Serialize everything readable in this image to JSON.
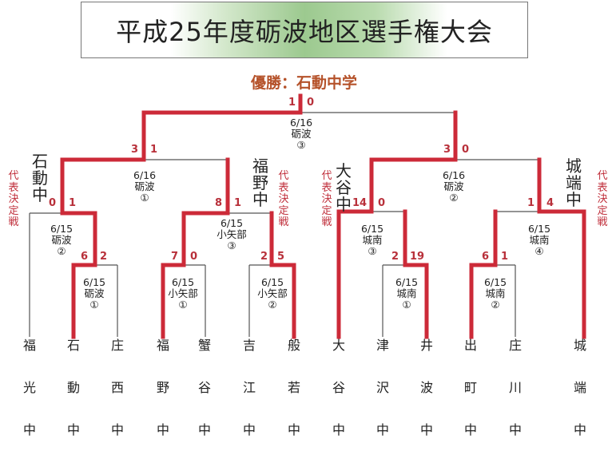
{
  "title": "平成25年度砺波地区選手権大会",
  "winner_label": "優勝：石動中学",
  "colors": {
    "winner_path": "#cc2a38",
    "loser_path": "#555555",
    "score": "#b8303a",
    "winner_text": "#b5522a",
    "rep_label": "#c0303c"
  },
  "representative_label": "代表決定戦",
  "qualifiers": [
    {
      "name": "石動中"
    },
    {
      "name": "福野中"
    },
    {
      "name": "大谷中"
    },
    {
      "name": "城端中"
    }
  ],
  "teams": [
    {
      "c1": "福",
      "c2": "光",
      "c3": "中"
    },
    {
      "c1": "石",
      "c2": "動",
      "c3": "中"
    },
    {
      "c1": "庄",
      "c2": "西",
      "c3": "中"
    },
    {
      "c1": "福",
      "c2": "野",
      "c3": "中"
    },
    {
      "c1": "蟹",
      "c2": "谷",
      "c3": "中"
    },
    {
      "c1": "吉",
      "c2": "江",
      "c3": "中"
    },
    {
      "c1": "般",
      "c2": "若",
      "c3": "中"
    },
    {
      "c1": "大",
      "c2": "谷",
      "c3": "中"
    },
    {
      "c1": "津",
      "c2": "沢",
      "c3": "中"
    },
    {
      "c1": "井",
      "c2": "波",
      "c3": "中"
    },
    {
      "c1": "出",
      "c2": "町",
      "c3": "中"
    },
    {
      "c1": "庄",
      "c2": "川",
      "c3": "中"
    },
    {
      "c1": "城",
      "c2": "端",
      "c3": "中"
    }
  ],
  "matches": [
    {
      "id": "final",
      "date": "6/16",
      "venue": "砺波",
      "court": "③",
      "score_left": "1",
      "score_right": "0"
    },
    {
      "id": "semi-left",
      "date": "6/16",
      "venue": "砺波",
      "court": "①",
      "score_left": "3",
      "score_right": "1"
    },
    {
      "id": "semi-right",
      "date": "6/16",
      "venue": "砺波",
      "court": "②",
      "score_left": "3",
      "score_right": "0"
    },
    {
      "id": "r2-ishido",
      "date": "6/15",
      "venue": "砺波",
      "court": "②",
      "score_left": "0",
      "score_right": "1"
    },
    {
      "id": "r1-ishido-shosei",
      "date": "6/15",
      "venue": "砺波",
      "court": "①",
      "score_left": "6",
      "score_right": "2"
    },
    {
      "id": "r2-fukuno-hannya",
      "date": "6/15",
      "venue": "小矢部",
      "court": "③",
      "score_left": "8",
      "score_right": "1"
    },
    {
      "id": "r1-fukuno-kanitani",
      "date": "6/15",
      "venue": "小矢部",
      "court": "①",
      "score_left": "7",
      "score_right": "0"
    },
    {
      "id": "r1-yoshie-hannya",
      "date": "6/15",
      "venue": "小矢部",
      "court": "②",
      "score_left": "2",
      "score_right": "5"
    },
    {
      "id": "r2-otani-inami",
      "date": "6/15",
      "venue": "城南",
      "court": "③",
      "score_left": "14",
      "score_right": "0"
    },
    {
      "id": "r1-tsuzawa-inami",
      "date": "6/15",
      "venue": "城南",
      "court": "①",
      "score_left": "2",
      "score_right": "19"
    },
    {
      "id": "r2-demachi-johana",
      "date": "6/15",
      "venue": "城南",
      "court": "④",
      "score_left": "1",
      "score_right": "4"
    },
    {
      "id": "r1-demachi-shokawa",
      "date": "6/15",
      "venue": "城南",
      "court": "②",
      "score_left": "6",
      "score_right": "1"
    }
  ]
}
